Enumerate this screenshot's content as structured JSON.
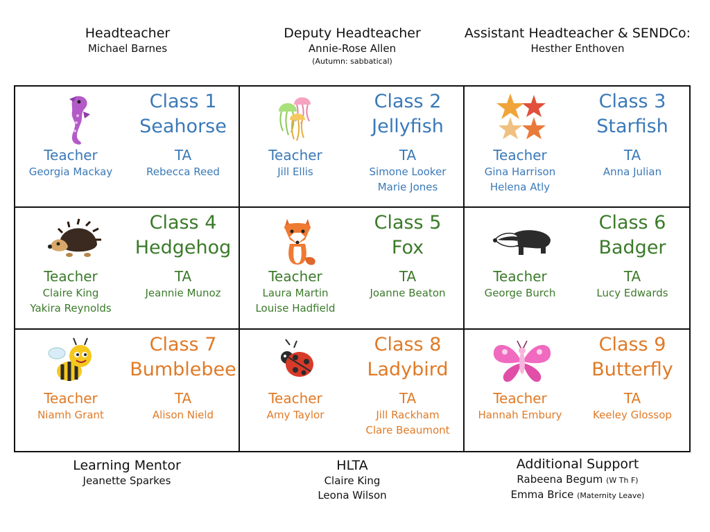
{
  "header": {
    "headteacher": {
      "title": "Headteacher",
      "name": "Michael Barnes"
    },
    "deputy": {
      "title": "Deputy Headteacher",
      "name": "Annie-Rose Allen",
      "note": "(Autumn: sabbatical)"
    },
    "assistant": {
      "title": "Assistant Headteacher & SENDCo:",
      "name": "Hesther Enthoven"
    }
  },
  "colors": {
    "blue": "#3a79b8",
    "green": "#3b7a2a",
    "orange": "#e07a26"
  },
  "classes": [
    {
      "line1": "Class 1",
      "line2": "Seahorse",
      "icon": "seahorse-icon",
      "teacher_label": "Teacher",
      "ta_label": "TA",
      "teachers": [
        "Georgia Mackay"
      ],
      "tas": [
        "Rebecca Reed"
      ]
    },
    {
      "line1": "Class 2",
      "line2": "Jellyfish",
      "icon": "jellyfish-icon",
      "teacher_label": "Teacher",
      "ta_label": "TA",
      "teachers": [
        "Jill Ellis"
      ],
      "tas": [
        "Simone Looker",
        "Marie Jones"
      ]
    },
    {
      "line1": "Class 3",
      "line2": "Starfish",
      "icon": "starfish-icon",
      "teacher_label": "Teacher",
      "ta_label": "TA",
      "teachers": [
        "Gina Harrison",
        "Helena Atly"
      ],
      "tas": [
        "Anna Julian"
      ]
    },
    {
      "line1": "Class 4",
      "line2": "Hedgehog",
      "icon": "hedgehog-icon",
      "teacher_label": "Teacher",
      "ta_label": "TA",
      "teachers": [
        "Claire King",
        "Yakira Reynolds"
      ],
      "tas": [
        "Jeannie Munoz"
      ]
    },
    {
      "line1": "Class 5",
      "line2": "Fox",
      "icon": "fox-icon",
      "teacher_label": "Teacher",
      "ta_label": "TA",
      "teachers": [
        "Laura Martin",
        "Louise Hadfield"
      ],
      "tas": [
        "Joanne Beaton"
      ]
    },
    {
      "line1": "Class 6",
      "line2": "Badger",
      "icon": "badger-icon",
      "teacher_label": "Teacher",
      "ta_label": "TA",
      "teachers": [
        "George Burch"
      ],
      "tas": [
        "Lucy Edwards"
      ]
    },
    {
      "line1": "Class 7",
      "line2": "Bumblebee",
      "icon": "bumblebee-icon",
      "teacher_label": "Teacher",
      "ta_label": "TA",
      "teachers": [
        "Niamh Grant"
      ],
      "tas": [
        "Alison Nield"
      ]
    },
    {
      "line1": "Class 8",
      "line2": "Ladybird",
      "icon": "ladybird-icon",
      "teacher_label": "Teacher",
      "ta_label": "TA",
      "teachers": [
        "Amy Taylor"
      ],
      "tas": [
        "Jill Rackham",
        "Clare Beaumont"
      ]
    },
    {
      "line1": "Class 9",
      "line2": "Butterfly",
      "icon": "butterfly-icon",
      "teacher_label": "Teacher",
      "ta_label": "TA",
      "teachers": [
        "Hannah Embury"
      ],
      "tas": [
        "Keeley Glossop"
      ]
    }
  ],
  "footer": {
    "mentor": {
      "title": "Learning Mentor",
      "names": [
        "Jeanette Sparkes"
      ]
    },
    "hlta": {
      "title": "HLTA",
      "names": [
        "Claire King",
        "Leona Wilson"
      ]
    },
    "support": {
      "title": "Additional Support",
      "names": [
        {
          "name": "Rabeena Begum",
          "note": "(W Th F)"
        },
        {
          "name": "Emma Brice",
          "note": "(Maternity Leave)"
        }
      ]
    }
  }
}
